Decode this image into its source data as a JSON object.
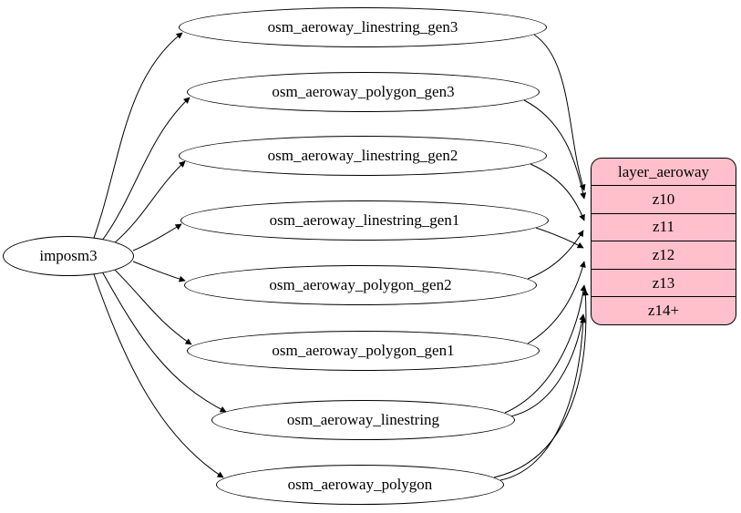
{
  "nodes": {
    "imposm3": {
      "label": "imposm3"
    },
    "tables": [
      {
        "label": "osm_aeroway_linestring_gen3"
      },
      {
        "label": "osm_aeroway_polygon_gen3"
      },
      {
        "label": "osm_aeroway_linestring_gen2"
      },
      {
        "label": "osm_aeroway_linestring_gen1"
      },
      {
        "label": "osm_aeroway_polygon_gen2"
      },
      {
        "label": "osm_aeroway_polygon_gen1"
      },
      {
        "label": "osm_aeroway_linestring"
      },
      {
        "label": "osm_aeroway_polygon"
      }
    ],
    "layer": {
      "title": "layer_aeroway",
      "rows": [
        "z10",
        "z11",
        "z12",
        "z13",
        "z14+"
      ]
    }
  },
  "colors": {
    "layer_fill": "#ffc0cb",
    "node_stroke": "#000000",
    "edge_color": "#000000",
    "background": "#ffffff"
  },
  "edges": [
    {
      "from": "imposm3",
      "to": "osm_aeroway_linestring_gen3"
    },
    {
      "from": "imposm3",
      "to": "osm_aeroway_polygon_gen3"
    },
    {
      "from": "imposm3",
      "to": "osm_aeroway_linestring_gen2"
    },
    {
      "from": "imposm3",
      "to": "osm_aeroway_linestring_gen1"
    },
    {
      "from": "imposm3",
      "to": "osm_aeroway_polygon_gen2"
    },
    {
      "from": "imposm3",
      "to": "osm_aeroway_polygon_gen1"
    },
    {
      "from": "imposm3",
      "to": "osm_aeroway_linestring"
    },
    {
      "from": "imposm3",
      "to": "osm_aeroway_polygon"
    },
    {
      "from": "osm_aeroway_linestring_gen3",
      "to": "z10"
    },
    {
      "from": "osm_aeroway_polygon_gen3",
      "to": "z10"
    },
    {
      "from": "osm_aeroway_linestring_gen2",
      "to": "z11"
    },
    {
      "from": "osm_aeroway_polygon_gen2",
      "to": "z11"
    },
    {
      "from": "osm_aeroway_linestring_gen1",
      "to": "z12"
    },
    {
      "from": "osm_aeroway_polygon_gen1",
      "to": "z12"
    },
    {
      "from": "osm_aeroway_linestring",
      "to": "z13"
    },
    {
      "from": "osm_aeroway_linestring",
      "to": "z14+"
    },
    {
      "from": "osm_aeroway_polygon",
      "to": "z13"
    },
    {
      "from": "osm_aeroway_polygon",
      "to": "z14+"
    }
  ]
}
